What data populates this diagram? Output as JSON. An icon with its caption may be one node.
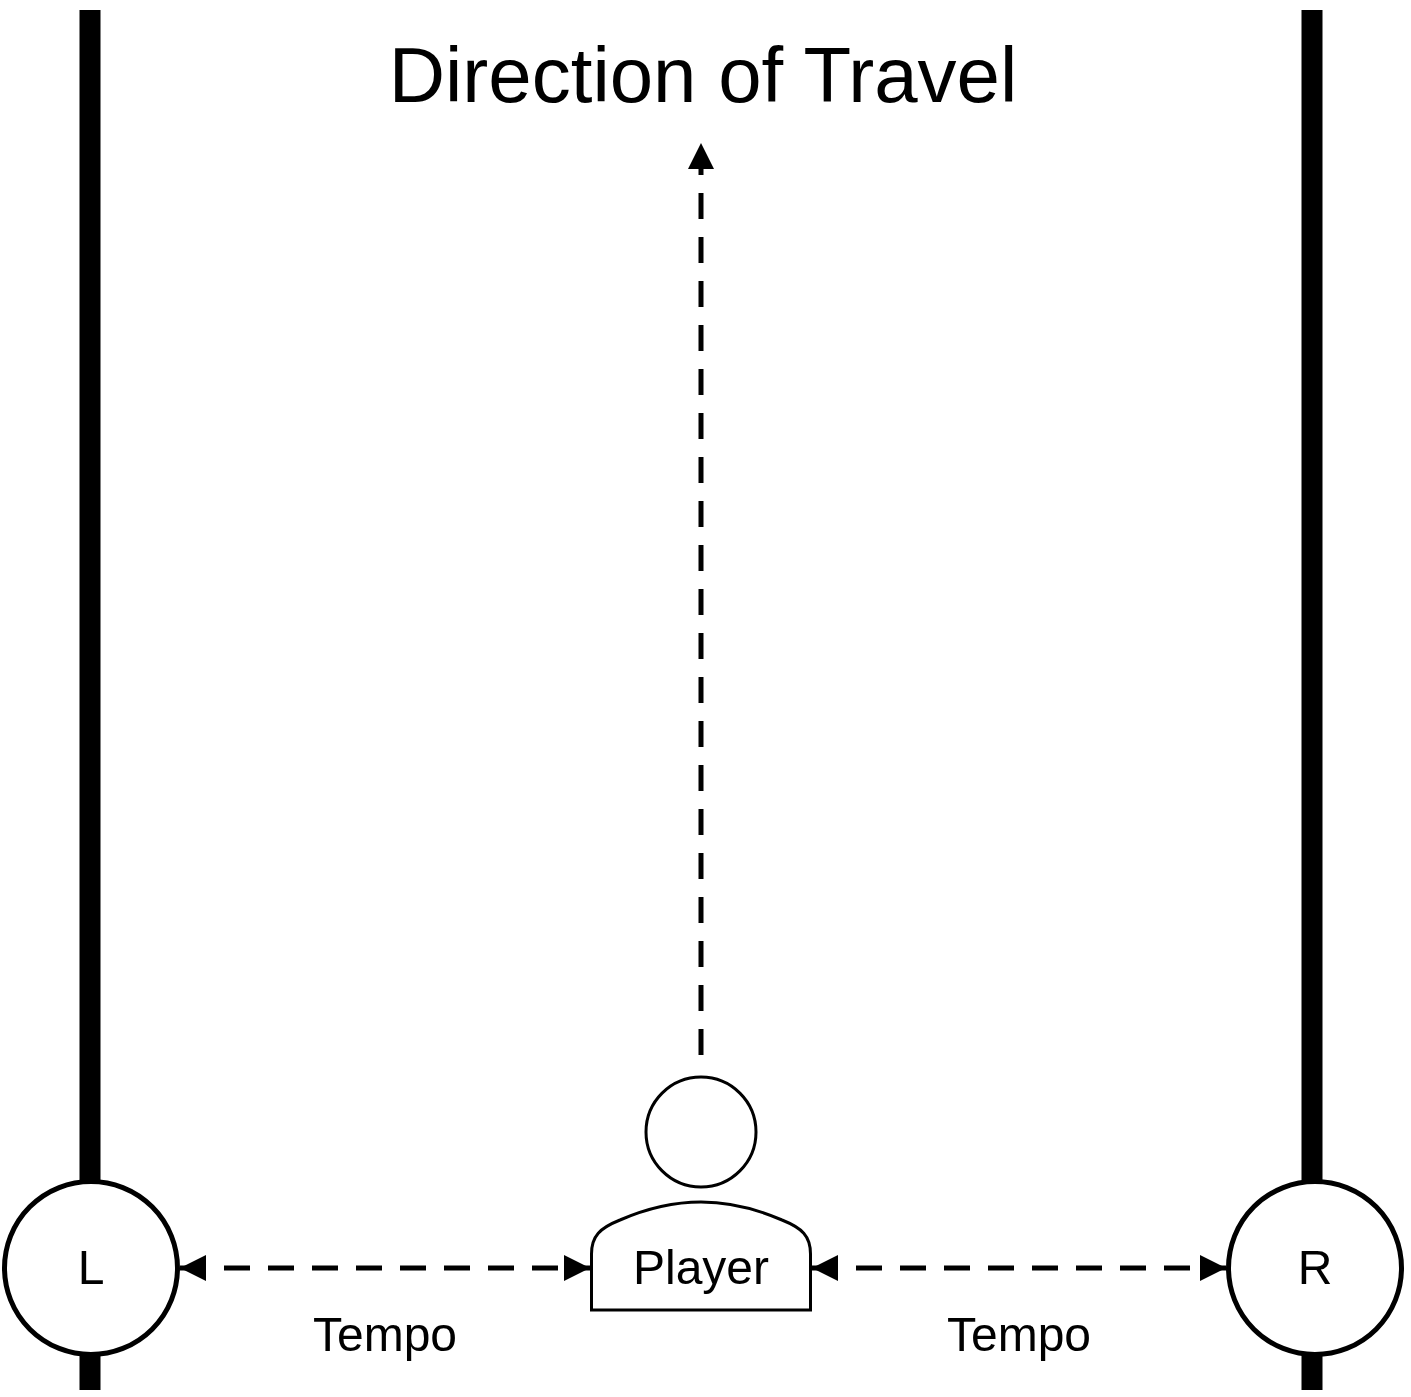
{
  "diagram": {
    "nodes": [
      {
        "text": [
          "Direction of Travel"
        ]
      },
      {
        "text": [
          "L"
        ]
      },
      {
        "text": [
          "Player"
        ]
      },
      {
        "text": [
          "R"
        ]
      }
    ],
    "edges": [
      {
        "from": 2,
        "to": 0,
        "arrow": "to",
        "style": "dashed"
      },
      {
        "from": 1,
        "to": 2,
        "arrow": "both",
        "style": "dashed",
        "label": "Tempo"
      },
      {
        "from": 2,
        "to": 3,
        "arrow": "both",
        "style": "dashed",
        "label": "Tempo"
      }
    ]
  }
}
